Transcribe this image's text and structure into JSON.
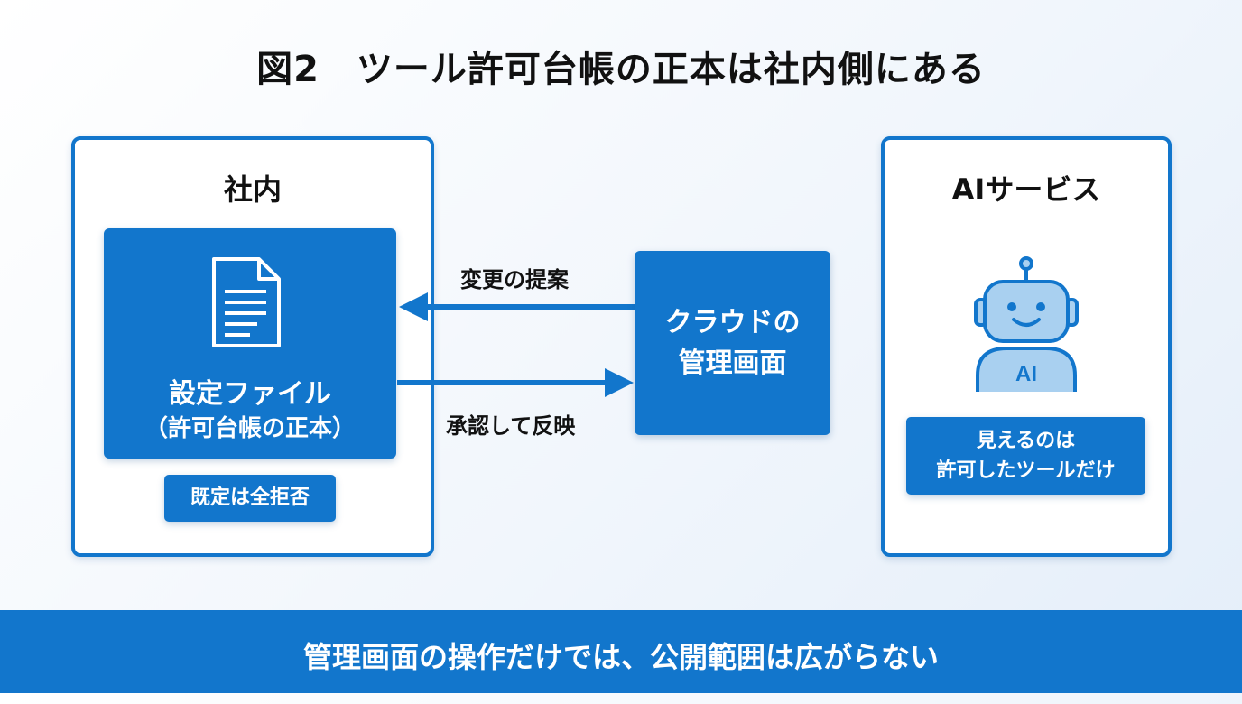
{
  "title": "図2　ツール許可台帳の正本は社内側にある",
  "left_panel": {
    "title": "社内",
    "icon": "document-icon",
    "config_name": "設定ファイル",
    "config_sub": "（許可台帳の正本）",
    "default_badge": "既定は全拒否"
  },
  "arrows": {
    "proposal": "変更の提案",
    "approve": "承認して反映"
  },
  "cloud": {
    "label": "クラウドの\n管理画面"
  },
  "right_panel": {
    "title": "AIサービス",
    "robot_icon": "robot-icon",
    "robot_text": "AI",
    "visible_label": "見えるのは\n許可したツールだけ"
  },
  "footer": "管理画面の操作だけでは、公開範囲は広がらない",
  "colors": {
    "accent": "#1276cc",
    "robot_fill": "#a9d0f0"
  }
}
